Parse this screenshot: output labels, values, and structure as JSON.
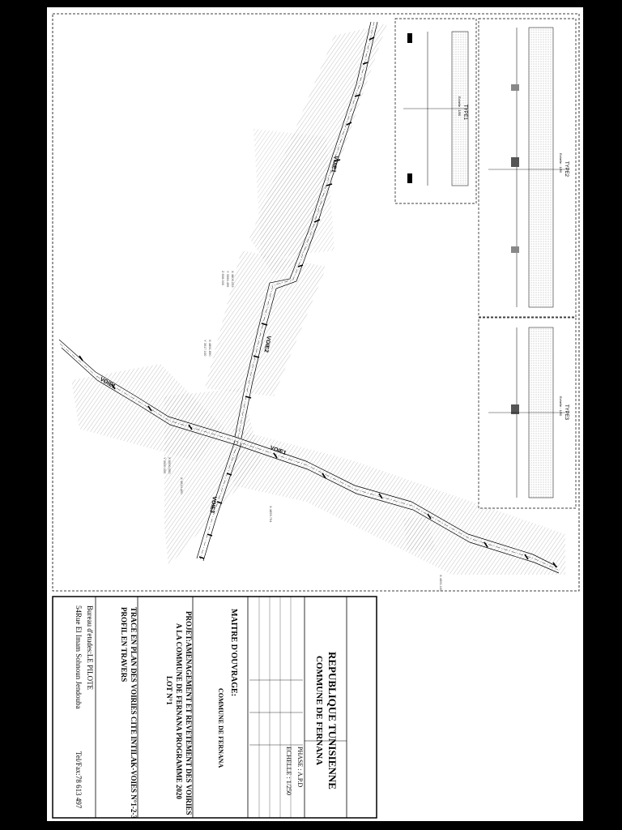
{
  "title_block": {
    "republic": "REPUBLIQUE TUNISIENNE",
    "commune": "COMMUNE DE FERNANA",
    "phase": "PHASE : A.P.D",
    "scale": "ECHELLE : 1/250",
    "maitre_label": "MAITRE D'OUVRAGE:",
    "maitre_value": "COMMUNE DE FERNANA",
    "projet_line1": "PROJET:AMENAGEMENT ET REVETEMENT DES VOIRIES",
    "projet_line2": "A LA COMMUNE DE FERNANA PROGRAMME 2020",
    "projet_line3": "LOT N°1",
    "trace_line1": "TRACE EN PLAN DES VOIRIES CITE INTILAK-VOIES N°1-2-3",
    "trace_line2": "PROFIL EN TRAVERS",
    "bureau": "Bureau d'etudes:LE PILOTE",
    "adresse": "54Rue El Imam Sohnoun Jendouba",
    "tel": "Tel/Fax:78 613 497"
  },
  "plan": {
    "voie_labels": [
      "VOIE1",
      "VOIE2",
      "VOIE3",
      "VOIE1",
      "VOIE1"
    ]
  },
  "profiles": {
    "labels": [
      "TYPE1",
      "TYPE2",
      "TYPE3"
    ],
    "scale_note": "Echelle : 1/50"
  }
}
